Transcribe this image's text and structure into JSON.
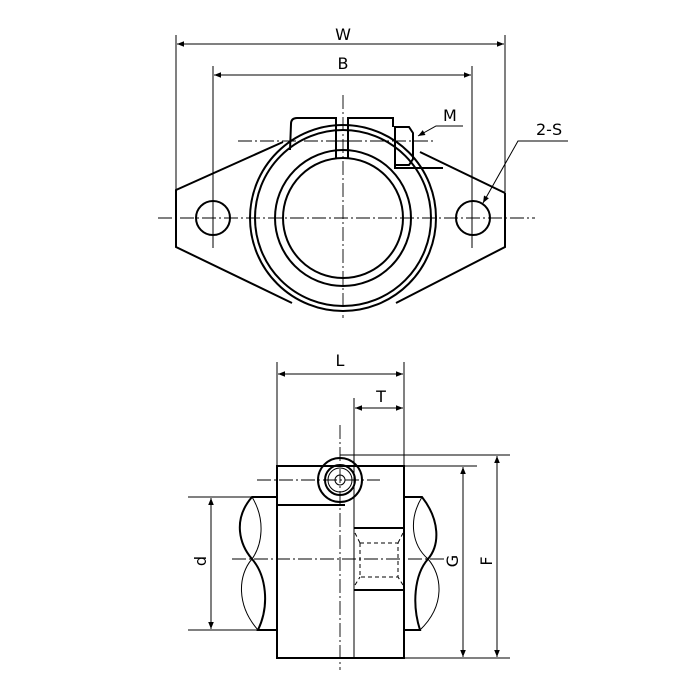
{
  "title": "Flanged shaft support bracket – dimension drawing",
  "labels": {
    "W": "W",
    "B": "B",
    "M": "M",
    "S": "2-S",
    "L": "L",
    "T": "T",
    "d": "d",
    "G": "G",
    "F": "F"
  },
  "colors": {
    "line": "#000000",
    "background": "#ffffff"
  }
}
